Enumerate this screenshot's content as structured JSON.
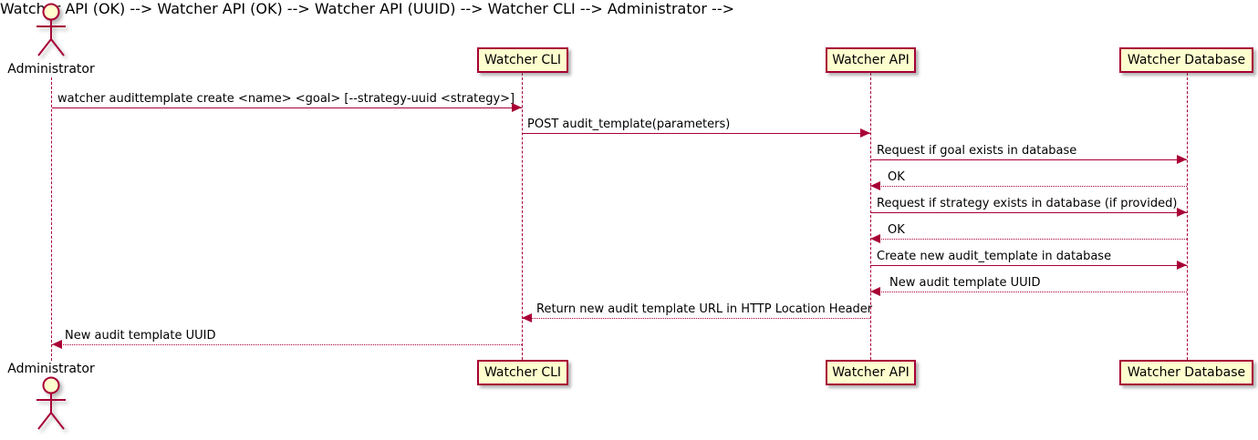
{
  "diagram": {
    "type": "sequence",
    "colors": {
      "accent_border_line": "#A80036",
      "participant_fill": "#FEFECE",
      "text": "#000000",
      "background": "#FFFFFF"
    },
    "actor": {
      "name": "Administrator"
    },
    "participants": [
      {
        "label": "Watcher CLI"
      },
      {
        "label": "Watcher API"
      },
      {
        "label": "Watcher Database"
      }
    ],
    "messages": [
      {
        "from": "Administrator",
        "to": "Watcher CLI",
        "line": "solid",
        "text": "watcher audittemplate create <name> <goal> [--strategy-uuid <strategy>]"
      },
      {
        "from": "Watcher CLI",
        "to": "Watcher API",
        "line": "solid",
        "text": "POST audit_template(parameters)"
      },
      {
        "from": "Watcher API",
        "to": "Watcher Database",
        "line": "solid",
        "text": "Request if goal exists in database"
      },
      {
        "from": "Watcher Database",
        "to": "Watcher API",
        "line": "dotted",
        "text": "OK"
      },
      {
        "from": "Watcher API",
        "to": "Watcher Database",
        "line": "solid",
        "text": "Request if strategy exists in database (if provided)"
      },
      {
        "from": "Watcher Database",
        "to": "Watcher API",
        "line": "dotted",
        "text": "OK"
      },
      {
        "from": "Watcher API",
        "to": "Watcher Database",
        "line": "solid",
        "text": "Create new audit_template in database"
      },
      {
        "from": "Watcher Database",
        "to": "Watcher API",
        "line": "dotted",
        "text": "New audit template UUID"
      },
      {
        "from": "Watcher API",
        "to": "Watcher CLI",
        "line": "dotted",
        "text": "Return new audit template URL in HTTP Location Header"
      },
      {
        "from": "Watcher CLI",
        "to": "Administrator",
        "line": "dotted",
        "text": "New audit template UUID"
      }
    ]
  }
}
